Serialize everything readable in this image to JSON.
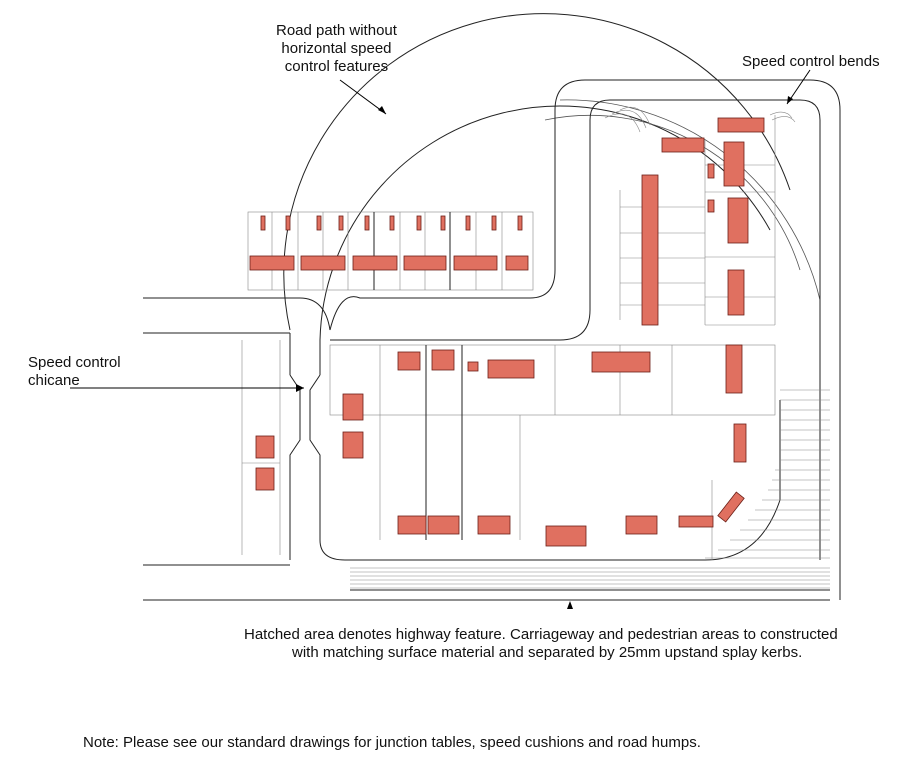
{
  "annotations": {
    "road_path": "Road path without\nhorizontal speed\ncontrol features",
    "speed_bends": "Speed control bends",
    "chicane": "Speed control\nchicane",
    "hatched_note_line1": "Hatched area denotes highway feature. Carriageway and pedestrian areas to constructed",
    "hatched_note_line2": "with matching surface material and separated by 25mm upstand splay kerbs.",
    "footer_note": "Note: Please see our standard drawings for junction tables, speed cushions and road humps."
  },
  "colors": {
    "building_fill": "#e07060",
    "building_stroke": "#6b1f17",
    "line": "#222222"
  }
}
